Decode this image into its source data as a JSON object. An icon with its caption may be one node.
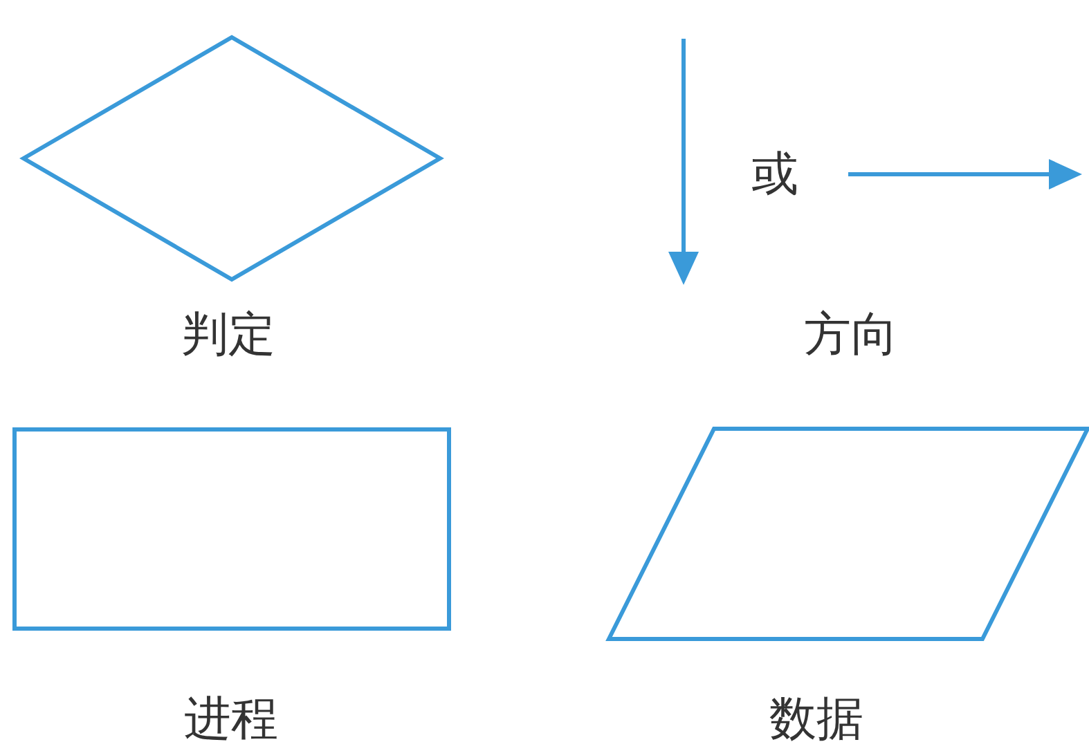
{
  "diagram": {
    "nodes": [
      {
        "text": [],
        "shape": "diamond",
        "beside": [
          "判定"
        ]
      },
      {
        "text": [],
        "shape": "box",
        "beside": [
          "进程"
        ]
      },
      {
        "text": [],
        "shape": "parallelogram",
        "beside": [
          "数据"
        ]
      }
    ],
    "labels": [
      "或",
      "方向"
    ]
  }
}
